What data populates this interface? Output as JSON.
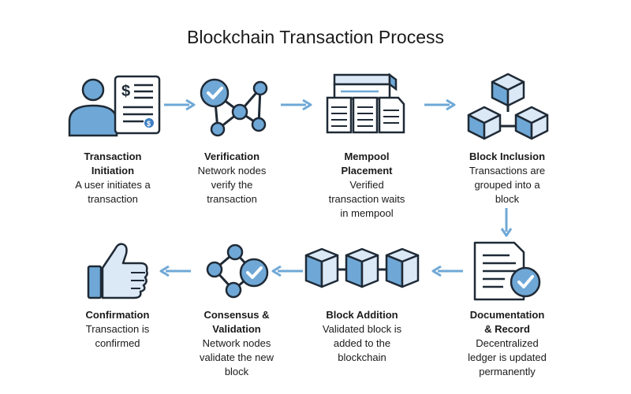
{
  "title": "Blockchain Transaction Process",
  "steps": [
    {
      "title_lines": [
        "Transaction",
        "Initiation"
      ],
      "desc_lines": [
        "A user initiates a",
        "transaction"
      ],
      "icon": "user-invoice-icon"
    },
    {
      "title_lines": [
        "Verification"
      ],
      "desc_lines": [
        "Network nodes",
        "verify the",
        "transaction"
      ],
      "icon": "network-check-icon"
    },
    {
      "title_lines": [
        "Mempool",
        "Placement"
      ],
      "desc_lines": [
        "Verified",
        "transaction waits",
        "in mempool"
      ],
      "icon": "mempool-documents-icon"
    },
    {
      "title_lines": [
        "Block Inclusion"
      ],
      "desc_lines": [
        "Transactions are",
        "grouped into a",
        "block"
      ],
      "icon": "stacked-blocks-icon"
    },
    {
      "title_lines": [
        "Documentation",
        "& Record"
      ],
      "desc_lines": [
        "Decentralized",
        "ledger is updated",
        "permanently"
      ],
      "icon": "document-check-icon"
    },
    {
      "title_lines": [
        "Block Addition"
      ],
      "desc_lines": [
        "Validated block is",
        "added to the",
        "blockchain"
      ],
      "icon": "chained-blocks-icon"
    },
    {
      "title_lines": [
        "Consensus &",
        "Validation"
      ],
      "desc_lines": [
        "Network nodes",
        "validate the new",
        "block"
      ],
      "icon": "consensus-network-icon"
    },
    {
      "title_lines": [
        "Confirmation"
      ],
      "desc_lines": [
        "Transaction is",
        "confirmed"
      ],
      "icon": "thumbs-up-icon"
    }
  ],
  "colors": {
    "accent": "#6fa8d6",
    "fill": "#dbe8f5",
    "dark": "#1f2a36",
    "arrow": "#6fa8d6"
  }
}
